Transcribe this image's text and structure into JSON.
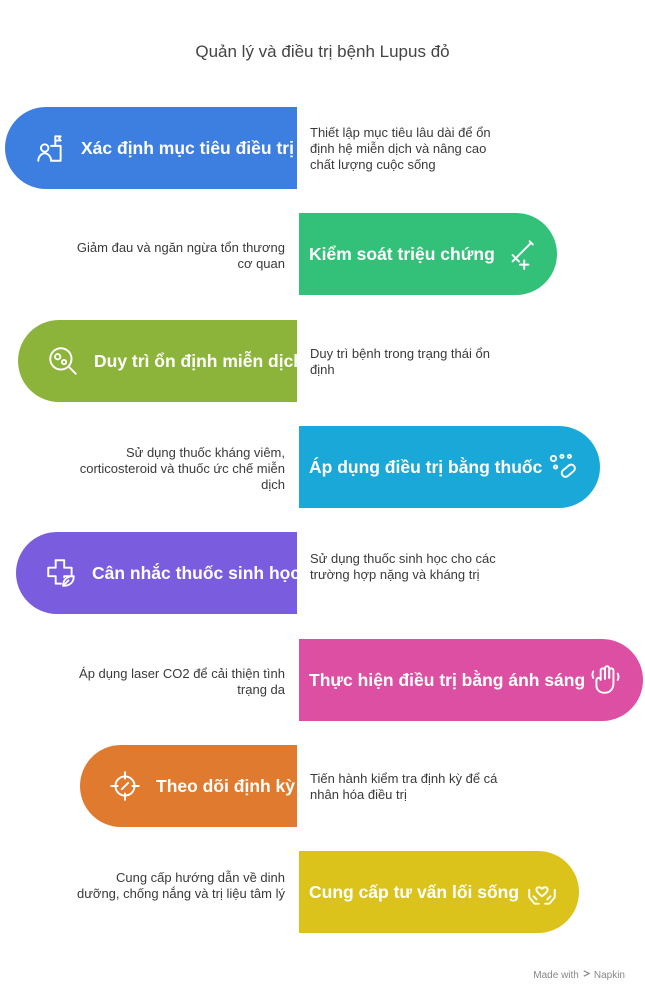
{
  "title": "Quản lý và điều trị bệnh Lupus đỏ",
  "steps": [
    {
      "label": "Xác định mục tiêu điều trị",
      "desc": "Thiết lập mục tiêu lâu dài để ổn định hệ miễn dịch và nâng cao chất lượng cuộc sống",
      "color": "#3d7fe0",
      "icon": "target-person-icon"
    },
    {
      "label": "Kiểm soát triệu chứng",
      "desc": "Giảm đau và ngăn ngừa tổn thương cơ quan",
      "color": "#33c17a",
      "icon": "syringe-plus-icon"
    },
    {
      "label": "Duy trì ổn định miễn dịch",
      "desc": "Duy trì bệnh trong trạng thái ổn định",
      "color": "#8db43a",
      "icon": "cell-search-icon"
    },
    {
      "label": "Áp dụng điều trị bằng thuốc",
      "desc": "Sử dụng thuốc kháng viêm, corticosteroid và thuốc ức chế miễn dịch",
      "color": "#1aa8d8",
      "icon": "pills-icon"
    },
    {
      "label": "Cân nhắc thuốc sinh học",
      "desc": "Sử dụng thuốc sinh học cho các trường hợp nặng và kháng trị",
      "color": "#7a5cde",
      "icon": "medical-leaf-icon"
    },
    {
      "label": "Thực hiện điều trị bằng ánh sáng",
      "desc": "Áp dụng laser CO2 để cải thiện tình trạng da",
      "color": "#dd4fa3",
      "icon": "hand-light-icon"
    },
    {
      "label": "Theo dõi định kỳ",
      "desc": "Tiến hành kiểm tra định kỳ để cá nhân hóa điều trị",
      "color": "#e07a2e",
      "icon": "crosshair-icon"
    },
    {
      "label": "Cung cấp tư vấn lối sống",
      "desc": "Cung cấp hướng dẫn về dinh dưỡng, chống nắng và trị liệu tâm lý",
      "color": "#dcc31b",
      "icon": "hands-heart-icon"
    }
  ],
  "footer": {
    "made_with": "Made with",
    "brand": "Napkin"
  }
}
